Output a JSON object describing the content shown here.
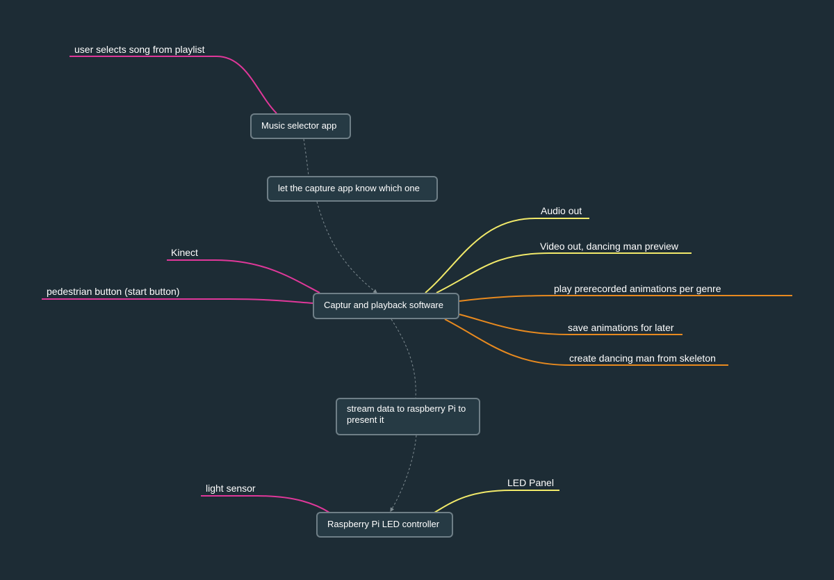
{
  "colors": {
    "background": "#1d2c35",
    "node_fill": "#263a44",
    "node_border": "#6f7f87",
    "input_branch": "#e0389a",
    "output_branch_yellow": "#f2ea6a",
    "output_branch_orange": "#e88a1f",
    "flow_arrow": "#7f8c92"
  },
  "nodes": {
    "music_selector": "Music selector app",
    "notify_capture": "let the capture app know which one",
    "capture_playback": "Captur and playback software",
    "stream_data": "stream data to raspberry Pi to present it",
    "led_controller": "Raspberry Pi LED controller"
  },
  "branches": {
    "user_selects_song": "user selects song from playlist",
    "kinect": "Kinect",
    "pedestrian_button": "pedestrian button (start button)",
    "audio_out": "Audio out",
    "video_out": "Video out, dancing man preview",
    "play_prerecorded": "play prerecorded animations per genre",
    "save_animations": "save animations for later",
    "create_dancing_man": "create dancing man from skeleton",
    "light_sensor": "light sensor",
    "led_panel": "LED Panel"
  }
}
